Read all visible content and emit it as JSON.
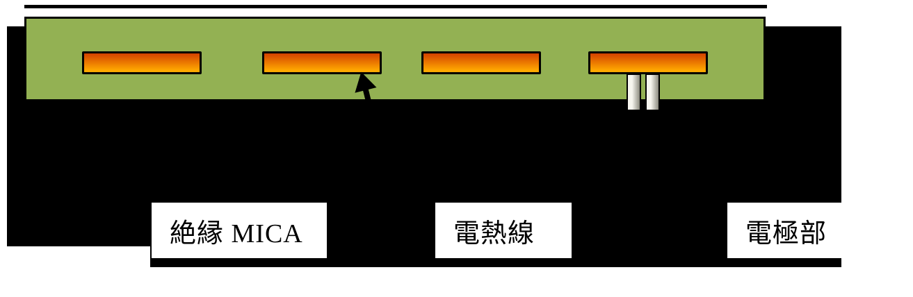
{
  "figure": {
    "description": "Cross-section diagram of a heater: green MICA insulation board carrying orange heating-wire strips and electrode pins, mounted on a black heater body with three white callout labels",
    "labels": {
      "mica": "絶縁 MICA",
      "heater_wire": "電熱線",
      "electrode": "電極部"
    },
    "heater_bar_count": 4,
    "electrode_pin_count": 2,
    "colors": {
      "board_green": "#93b153",
      "heater_top": "#d34100",
      "heater_bottom": "#ffa800",
      "body_black": "#000000",
      "pin_light": "#f7f6ef",
      "pin_dark": "#8d8c80",
      "outline": "#000000",
      "label_bg": "#ffffff",
      "label_text": "#000000"
    }
  }
}
